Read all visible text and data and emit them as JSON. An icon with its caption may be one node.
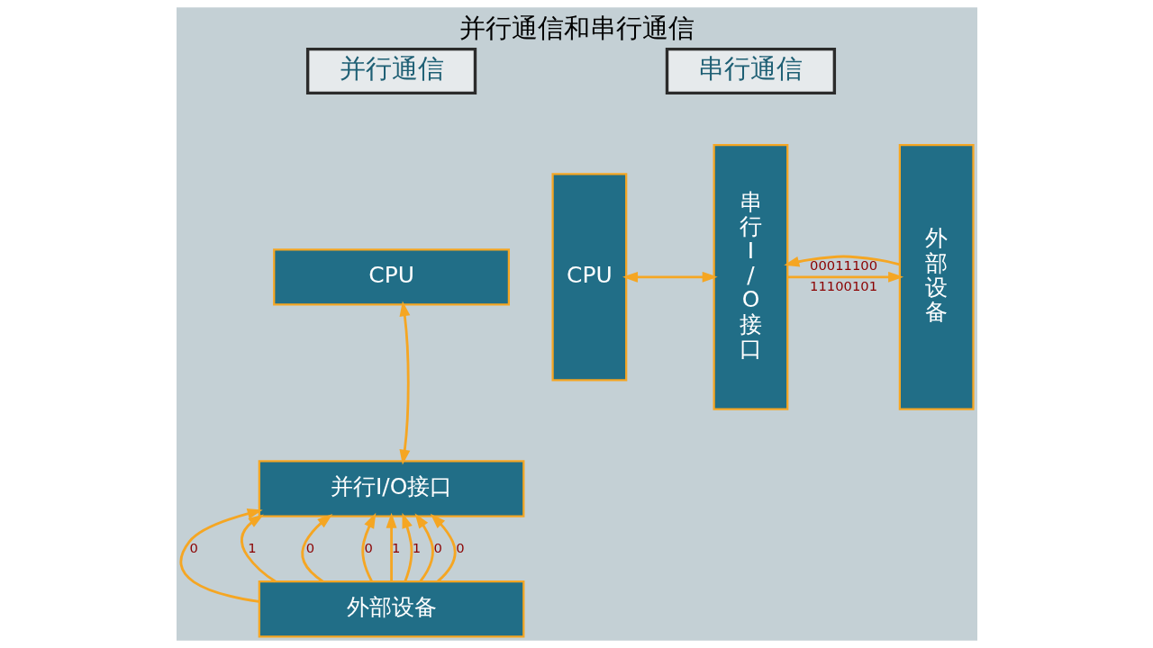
{
  "diagram": {
    "title": "并行通信和串行通信",
    "nodes": [
      {
        "text": [
          "并行通信"
        ]
      },
      {
        "text": [
          "串行通信"
        ]
      },
      {
        "text": [
          "CPU"
        ]
      },
      {
        "text": [
          "并行I/O接口"
        ]
      },
      {
        "text": [
          "外部设备"
        ]
      },
      {
        "text": [
          "CPU"
        ]
      },
      {
        "text": [
          "串行I/O接口"
        ]
      },
      {
        "text": [
          "外部设备"
        ]
      }
    ],
    "edges": [
      {
        "from": 2,
        "to": 3,
        "arrow": "both"
      },
      {
        "from": 4,
        "to": 3,
        "arrow": "to",
        "label": "0"
      },
      {
        "from": 4,
        "to": 3,
        "arrow": "to",
        "label": "1"
      },
      {
        "from": 4,
        "to": 3,
        "arrow": "to",
        "label": "0"
      },
      {
        "from": 4,
        "to": 3,
        "arrow": "to",
        "label": "0"
      },
      {
        "from": 4,
        "to": 3,
        "arrow": "to",
        "label": "1"
      },
      {
        "from": 4,
        "to": 3,
        "arrow": "to",
        "label": "1"
      },
      {
        "from": 4,
        "to": 3,
        "arrow": "to",
        "label": "0"
      },
      {
        "from": 4,
        "to": 3,
        "arrow": "to",
        "label": "0"
      },
      {
        "from": 5,
        "to": 6,
        "arrow": "both"
      },
      {
        "from": 6,
        "to": 7,
        "arrow": "to",
        "label": "11100101"
      },
      {
        "from": 7,
        "to": 6,
        "arrow": "to",
        "label": "00011100"
      }
    ]
  }
}
